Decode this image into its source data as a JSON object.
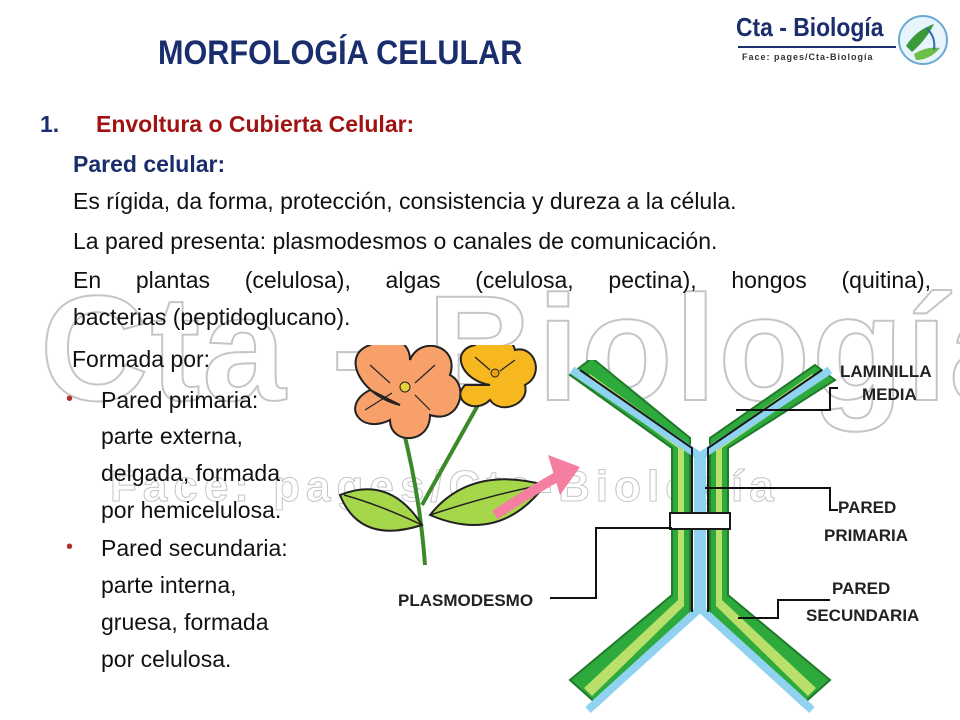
{
  "header": {
    "title": "MORFOLOGÍA CELULAR",
    "logo_name": "Cta - Biología",
    "logo_sub": "Face:   pages/Cta-Biología"
  },
  "section": {
    "number": "1.",
    "title": "Envoltura o Cubierta Celular:"
  },
  "subsection": {
    "title": "Pared celular:",
    "lines": [
      "Es rígida, da forma, protección, consistencia y dureza a la célula.",
      "La pared presenta: plasmodesmos o canales de comunicación.",
      "En plantas (celulosa), algas (celulosa, pectina), hongos (quitina),",
      "bacterias (peptidoglucano)."
    ]
  },
  "composition": {
    "heading": "Formada por:",
    "items": [
      {
        "bullet": "•",
        "lines": [
          "Pared primaria:",
          "parte externa,",
          "delgada, formada",
          "por hemicelulosa."
        ]
      },
      {
        "bullet": "•",
        "lines": [
          "Pared secundaria:",
          "parte interna,",
          "gruesa, formada",
          "por celulosa."
        ]
      }
    ]
  },
  "diagram": {
    "labels": {
      "laminilla_1": "LAMINILLA",
      "laminilla_2": "MEDIA",
      "primaria_1": "PARED",
      "primaria_2": "PRIMARIA",
      "secundaria_1": "PARED",
      "secundaria_2": "SECUNDARIA",
      "plasmodesmo": "PLASMODESMO"
    }
  },
  "watermark": {
    "big": "Cta - Biología",
    "small": "Face: pages/Cta-Biología"
  },
  "colors": {
    "title": "#1a2e6e",
    "section_title": "#a11313",
    "wall_green": "#2eaa3c",
    "wall_light": "#b8e06a",
    "middle_lamella": "#8fd3f0",
    "petal_orange": "#f7a06a",
    "petal_yellow": "#f6b81e",
    "arrow_pink": "#f47fa0"
  }
}
